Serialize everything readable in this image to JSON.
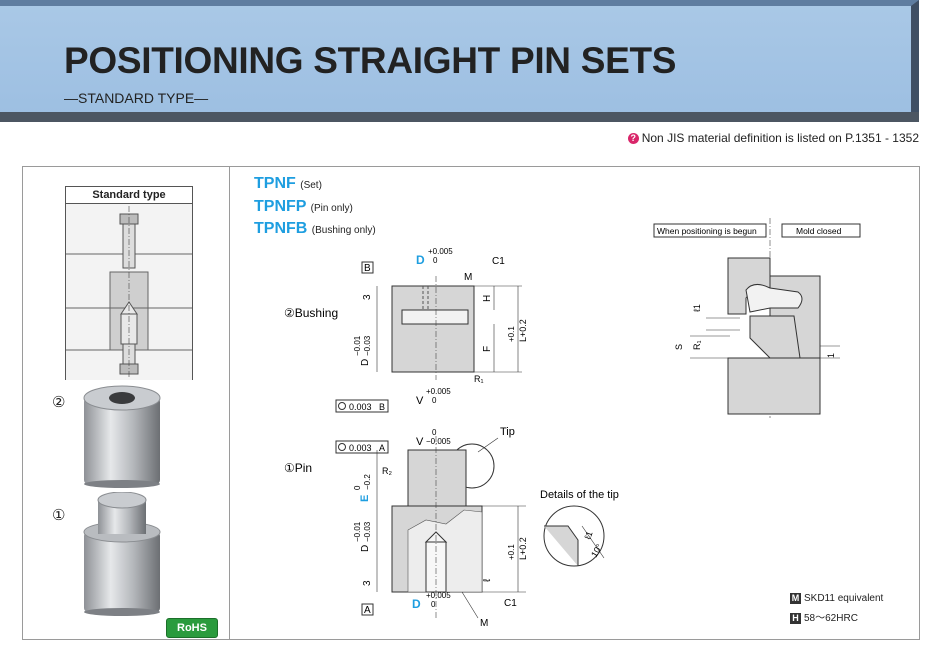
{
  "header": {
    "title": "POSITIONING STRAIGHT PIN SETS",
    "subtitle": "—STANDARD TYPE—"
  },
  "note": {
    "text": "Non JIS material definition is listed on P.1351 - 1352"
  },
  "left_panel": {
    "standard_type_label": "Standard type",
    "marker_bushing": "②",
    "marker_pin": "①",
    "rohs_label": "RoHS"
  },
  "codes": [
    {
      "code": "TPNF",
      "desc": "(Set)"
    },
    {
      "code": "TPNFP",
      "desc": "(Pin only)"
    },
    {
      "code": "TPNFB",
      "desc": "(Bushing only)"
    }
  ],
  "bushing": {
    "label": "②Bushing",
    "datum_b": "B",
    "d_label": "D",
    "d_tol_upper": "+0.005",
    "d_tol_lower": "0",
    "m_label": "M",
    "c1_label": "C1",
    "h_label": "H",
    "dim_3": "3",
    "f_label": "F",
    "l_tol": "L+0.2",
    "l_tol2": "+0.1",
    "outer_d": "D",
    "outer_tol_upper": "−0.01",
    "outer_tol_lower": "−0.03",
    "r1_label": "R₁",
    "v_label": "V",
    "v_tol_upper": "+0.005",
    "v_tol_lower": "0",
    "geo_tol": "0.003",
    "geo_ref": "B"
  },
  "pin": {
    "label": "①Pin",
    "geo_tol": "0.003",
    "geo_ref": "A",
    "v_label": "V",
    "v_tol_upper": "0",
    "v_tol_lower": "−0.005",
    "tip_label": "Tip",
    "r2_label": "R₂",
    "e_label": "E",
    "e_tol_upper": "0",
    "e_tol_lower": "−0.2",
    "outer_d": "D",
    "outer_tol_upper": "−0.01",
    "outer_tol_lower": "−0.03",
    "l_tol": "L+0.2",
    "l_tol2": "+0.1",
    "ell_label": "ℓ",
    "dim_3": "3",
    "datum_a": "A",
    "d_label": "D",
    "d_tol_upper": "+0.005",
    "d_tol_lower": "0",
    "c1_label": "C1",
    "m_label": "M"
  },
  "tip_detail": {
    "title": "Details of the tip",
    "ell1": "ℓ1",
    "angle": "10°"
  },
  "position_diagram": {
    "label_begun": "When positioning is begun",
    "label_closed": "Mold closed",
    "ell1": "ℓ1",
    "s_label": "S",
    "r1_label": "R₁",
    "one_label": "1"
  },
  "material": {
    "m_icon": "M",
    "m_text": "SKD11 equivalent",
    "h_icon": "H",
    "h_text": "58～62HRC"
  },
  "colors": {
    "banner": "#a3c4e4",
    "accent_code": "#1e9ee0",
    "rohs": "#2a9b3d",
    "drawing_fill": "#d8d8d8"
  }
}
